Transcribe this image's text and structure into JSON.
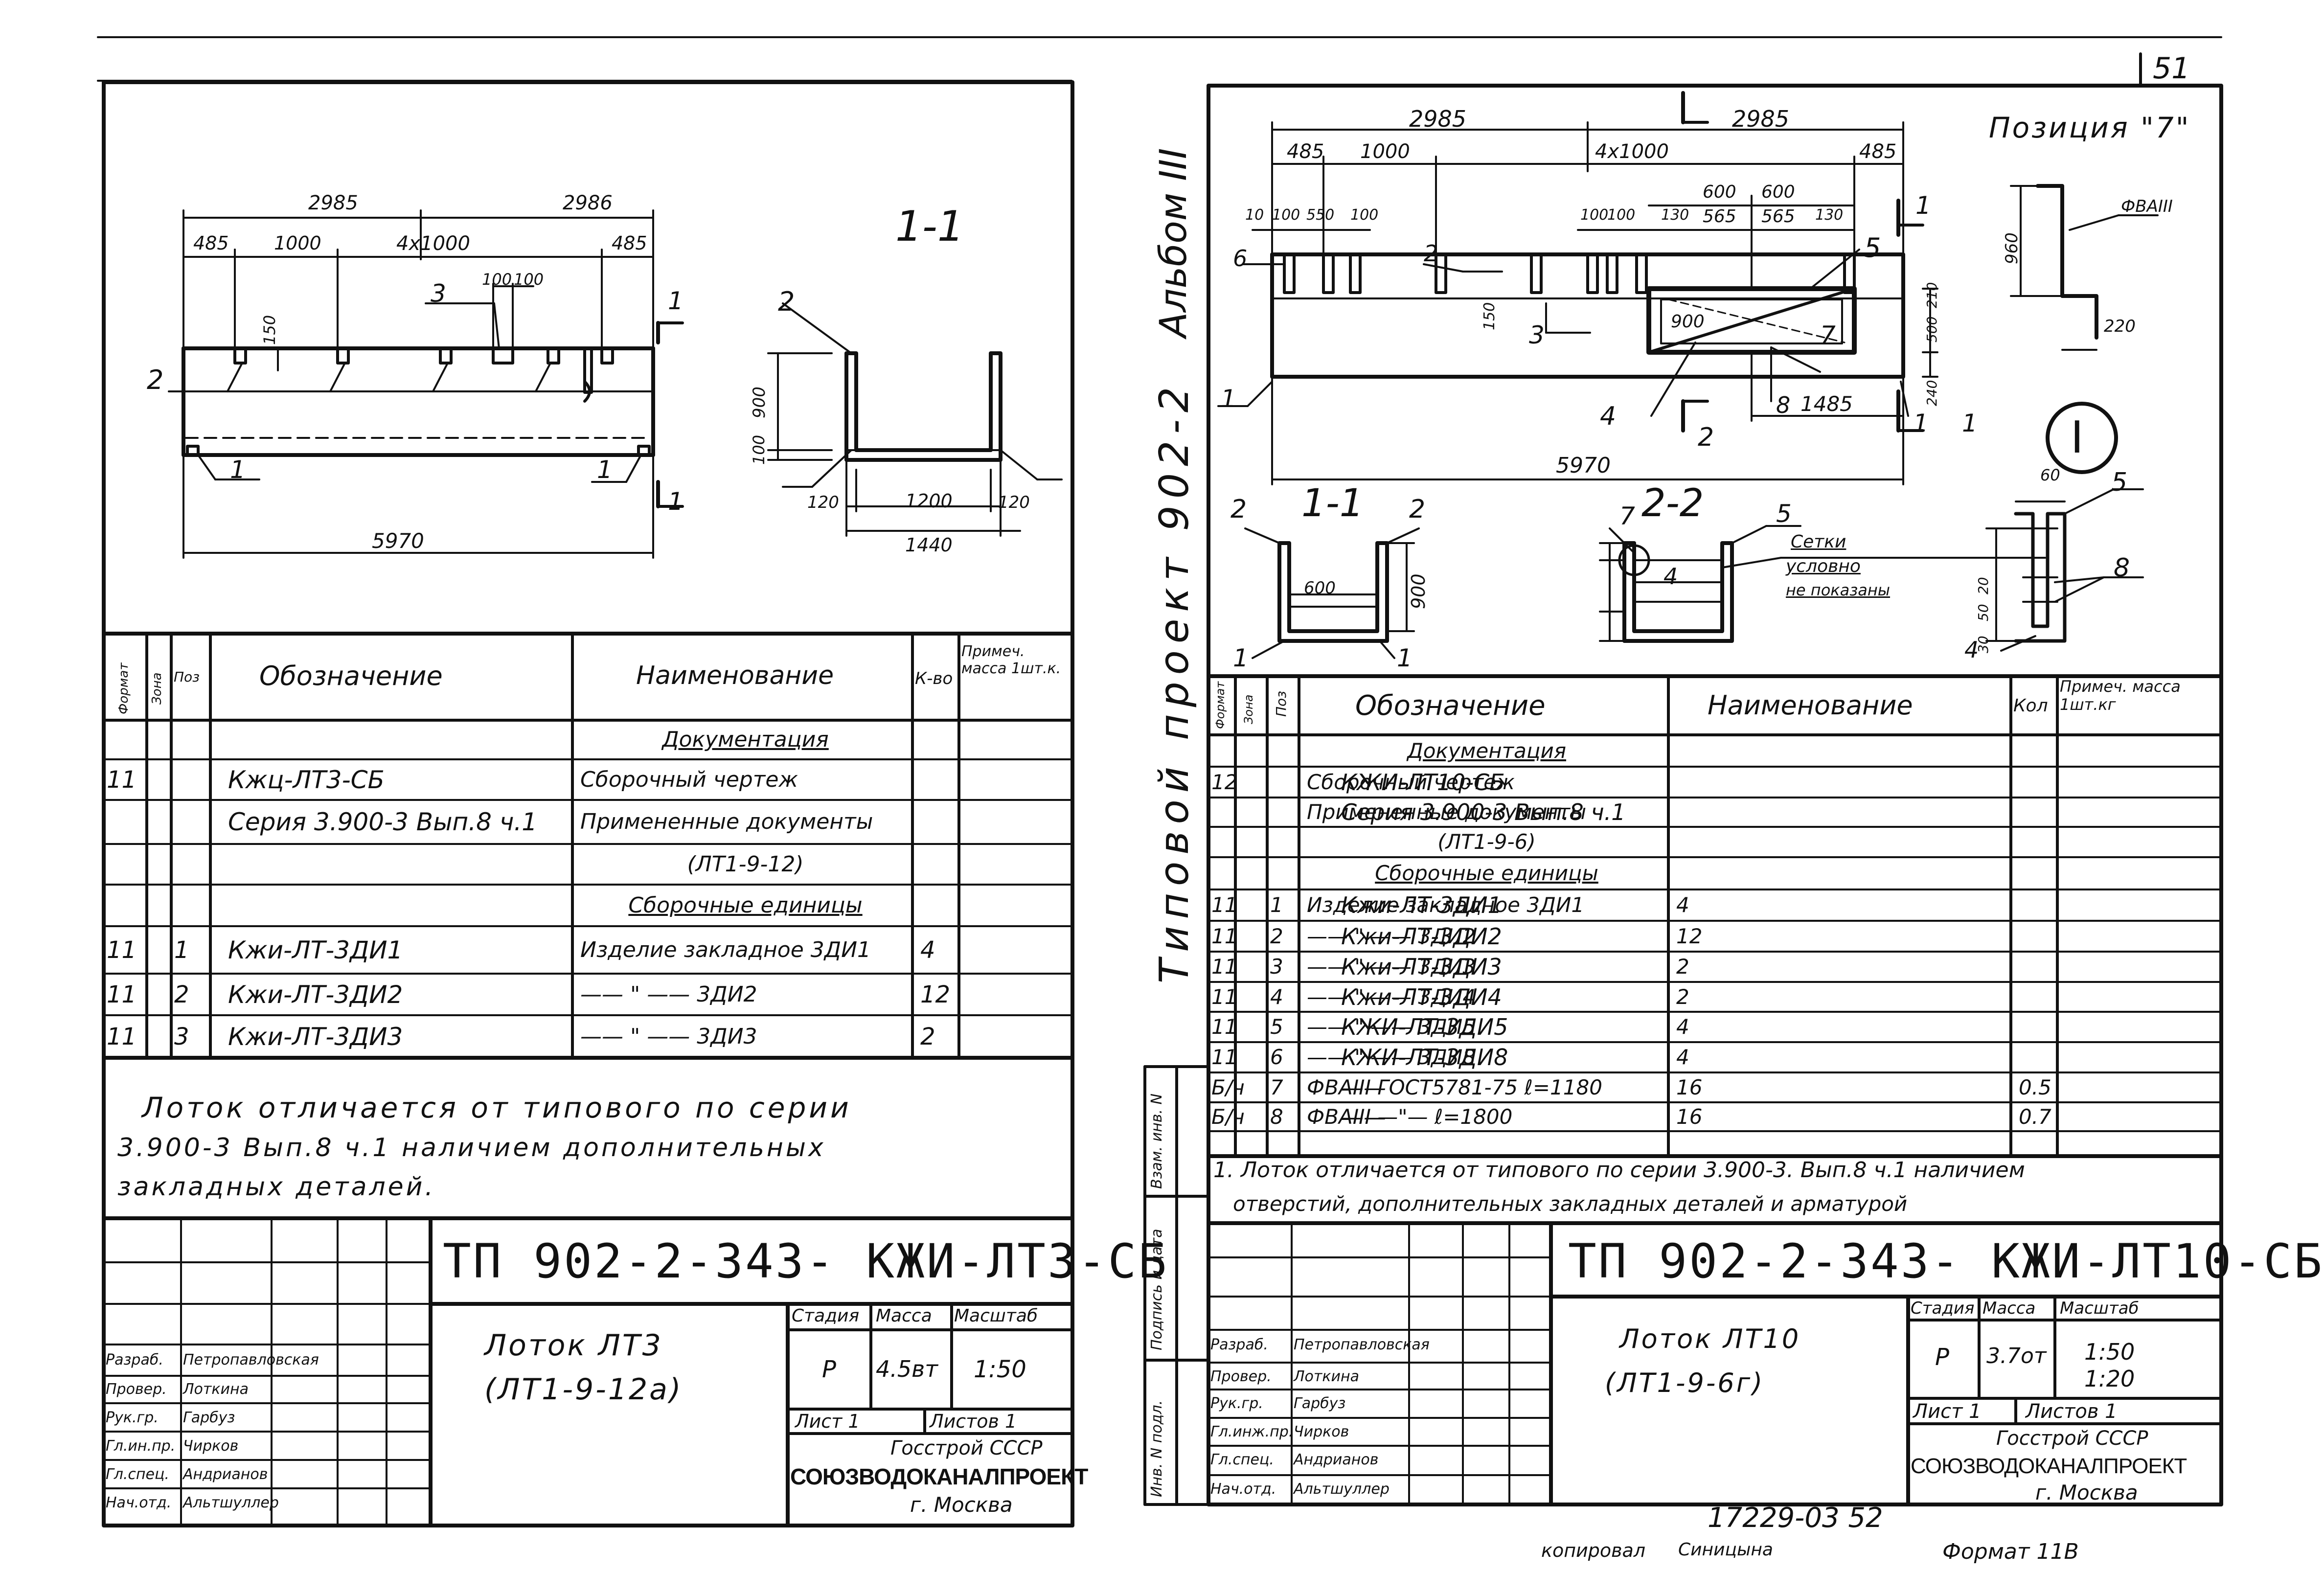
{
  "page": {
    "number": "51"
  },
  "header": {
    "album": "Альбом III",
    "project": "Типовой проект 902-2"
  },
  "stamps": {
    "bottom_number": "17229-03 52",
    "copied": "копировал",
    "copier": "Синицына",
    "format": "Формат 11В"
  },
  "left_sheet": {
    "section_label": "1-1",
    "dims": {
      "d2985": "2985",
      "d2986": "2986",
      "d485a": "485",
      "d1000": "1000",
      "d4x1000": "4x1000",
      "d485b": "485",
      "d100a": "100",
      "d100b": "100",
      "d150": "150",
      "d5970": "5970",
      "d900": "900",
      "d100": "100",
      "d120a": "120",
      "d1200": "1200",
      "d120b": "120",
      "d1440": "1440"
    },
    "callouts": {
      "c1a": "1",
      "c1b": "1",
      "c2a": "2",
      "c2b": "2",
      "c3": "3",
      "c1c": "1",
      "c1d": "1"
    },
    "table": {
      "headers": {
        "format": "Формат",
        "zone": "Зона",
        "pos": "Поз",
        "designation": "Обозначение",
        "name": "Наименование",
        "qty": "К-во",
        "note": "Примеч. масса 1шт.к."
      },
      "rows": [
        {
          "format": "",
          "pos": "",
          "designation": "",
          "name": "Документация",
          "qty": "",
          "note": ""
        },
        {
          "format": "11",
          "pos": "",
          "designation": "Кжц-ЛТ3-СБ",
          "name": "Сборочный чертеж",
          "qty": "",
          "note": ""
        },
        {
          "format": "",
          "pos": "",
          "designation": "Серия 3.900-3 Вып.8 ч.1",
          "name": "Примененные документы",
          "qty": "",
          "note": ""
        },
        {
          "format": "",
          "pos": "",
          "designation": "",
          "name": "(ЛТ1-9-12)",
          "qty": "",
          "note": ""
        },
        {
          "format": "",
          "pos": "",
          "designation": "",
          "name": "Сборочные единицы",
          "qty": "",
          "note": ""
        },
        {
          "format": "11",
          "pos": "1",
          "designation": "Кжи-ЛТ-3ДИ1",
          "name": "Изделие закладное 3ДИ1",
          "qty": "4",
          "note": ""
        },
        {
          "format": "11",
          "pos": "2",
          "designation": "Кжи-ЛТ-3ДИ2",
          "name": "—— \" —— 3ДИ2",
          "qty": "12",
          "note": ""
        },
        {
          "format": "11",
          "pos": "3",
          "designation": "Кжи-ЛТ-3ДИ3",
          "name": "—— \" —— 3ДИ3",
          "qty": "2",
          "note": ""
        }
      ]
    },
    "note_lines": [
      "Лоток отличается от типового по серии",
      "3.900-3 Вып.8 ч.1 наличием дополнительных",
      "закладных деталей."
    ],
    "title_block": {
      "code": "ТП 902-2-343- КЖИ-ЛТ3-СБ",
      "item_name": "Лоток ЛТ3",
      "item_sub": "(ЛТ1-9-12а)",
      "stage_label": "Стадия",
      "mass_label": "Масса",
      "scale_label": "Масштаб",
      "stage": "Р",
      "mass": "4.5вт",
      "scale": "1:50",
      "sheet_label": "Лист 1",
      "sheets_label": "Листов 1",
      "org1": "Госстрой СССР",
      "org2": "СОЮЗВОДОКАНАЛПРОЕКТ",
      "org3": "г. Москва",
      "roles": [
        "Разраб.",
        "Провер.",
        "Рук.гр.",
        "Гл.ин.пр.",
        "Гл.спец.",
        "Нач.отд."
      ],
      "names": [
        "Петропавловская",
        "Лоткина",
        "Гарбуз",
        "Чирков",
        "Андрианов",
        "Альтшуллер"
      ]
    }
  },
  "right_sheet": {
    "position_label": "Позиция \"7\"",
    "sections": {
      "s11": "1-1",
      "s22": "2-2",
      "node": "I"
    },
    "dims": {
      "d2985a": "2985",
      "d2985b": "2985",
      "d485a": "485",
      "d1000": "1000",
      "d4x1000": "4x1000",
      "d485b": "485",
      "d10": "10",
      "d100a": "100",
      "d550": "550",
      "d100b": "100",
      "d100c": "100",
      "d100d": "100",
      "d130a": "130",
      "d565a": "565",
      "d565b": "565",
      "d130b": "130",
      "d600a": "600",
      "d600b": "600",
      "d150": "150",
      "d900": "900",
      "d1485": "1485",
      "d5970": "5970",
      "d600": "600",
      "d900v": "900",
      "d960": "960",
      "d220": "220",
      "d60": "60",
      "d240": "240",
      "d500": "500",
      "d210": "210",
      "d30": "30",
      "d50": "50",
      "d20": "20",
      "phi": "ФВАIII"
    },
    "callouts": {
      "c1a": "1",
      "c1b": "1",
      "c1c": "1",
      "c2a": "2",
      "c2b": "2",
      "c3": "3",
      "c4": "4",
      "c5a": "5",
      "c5b": "5",
      "c6": "6",
      "c7a": "7",
      "c7b": "7",
      "c8a": "8",
      "c8b": "8",
      "c4b": "4",
      "c4c": "4",
      "c1d": "1",
      "c1e": "1",
      "c2c": "2"
    },
    "mesh_note": [
      "Сетки",
      "условно",
      "не показаны"
    ],
    "table": {
      "headers": {
        "format": "Формат",
        "zone": "Зона",
        "pos": "Поз",
        "designation": "Обозначение",
        "name": "Наименование",
        "qty": "Кол",
        "note": "Примеч. масса 1шт.кг"
      },
      "rows": [
        {
          "format": "",
          "pos": "",
          "designation": "",
          "name": "Документация",
          "qty": "",
          "note": ""
        },
        {
          "format": "12",
          "pos": "",
          "designation": "КЖИ-ЛТ10-СБ",
          "name": "Сборочный чертеж",
          "qty": "",
          "note": ""
        },
        {
          "format": "",
          "pos": "",
          "designation": "Серия 3.900-3 Вып.8 ч.1",
          "name": "Примененные документы",
          "qty": "",
          "note": ""
        },
        {
          "format": "",
          "pos": "",
          "designation": "",
          "name": "(ЛТ1-9-6)",
          "qty": "",
          "note": ""
        },
        {
          "format": "",
          "pos": "",
          "designation": "",
          "name": "Сборочные единицы",
          "qty": "",
          "note": ""
        },
        {
          "format": "11",
          "pos": "1",
          "designation": "Кжи-ЛТ-3ДИ1",
          "name": "Изделие закладное 3ДИ1",
          "qty": "4",
          "note": ""
        },
        {
          "format": "11",
          "pos": "2",
          "designation": "Кжи-ЛТ-3ДИ2",
          "name": "—— \" —— 3ДИ2",
          "qty": "12",
          "note": ""
        },
        {
          "format": "11",
          "pos": "3",
          "designation": "Кжи-ЛТ-3ДИ3",
          "name": "—— \" —— 3ДИ3",
          "qty": "2",
          "note": ""
        },
        {
          "format": "11",
          "pos": "4",
          "designation": "Кжи-ЛТ-3ДИ4",
          "name": "—— \" —— 3ДИ4",
          "qty": "2",
          "note": ""
        },
        {
          "format": "11",
          "pos": "5",
          "designation": "КЖИ-ЛТ-3ДИ5",
          "name": "—— \" —— 3ДИ5",
          "qty": "4",
          "note": ""
        },
        {
          "format": "11",
          "pos": "6",
          "designation": "КЖИ-ЛТ-3ДИ8",
          "name": "—— \" —— 3ДИ8",
          "qty": "4",
          "note": ""
        },
        {
          "format": "Б/ч",
          "pos": "7",
          "designation": "——",
          "name": "ФВАIII ГОСТ5781-75 ℓ=1180",
          "qty": "16",
          "note": "0.5"
        },
        {
          "format": "Б/ч",
          "pos": "8",
          "designation": "——",
          "name": "ФВАIII —\"— ℓ=1800",
          "qty": "16",
          "note": "0.7"
        }
      ]
    },
    "note_lines": [
      "1. Лоток отличается от типового по серии 3.900-3. Вып.8 ч.1 наличием",
      "отверстий, дополнительных закладных деталей и арматурой"
    ],
    "side_labels": [
      "Взам. инв. N",
      "Подпись и дата",
      "Инв. N подл."
    ],
    "title_block": {
      "code": "ТП 902-2-343- КЖИ-ЛТ10-СБ",
      "item_name": "Лоток ЛТ10",
      "item_sub": "(ЛТ1-9-6г)",
      "stage_label": "Стадия",
      "mass_label": "Масса",
      "scale_label": "Масштаб",
      "stage": "Р",
      "mass": "3.7от",
      "scale": "1:50",
      "scale2": "1:20",
      "sheet_label": "Лист 1",
      "sheets_label": "Листов 1",
      "org1": "Госстрой СССР",
      "org2": "СОЮЗВОДОКАНАЛПРОЕКТ",
      "org3": "г. Москва",
      "roles": [
        "Разраб.",
        "Провер.",
        "Рук.гр.",
        "Гл.инж.пр.",
        "Гл.спец.",
        "Нач.отд."
      ],
      "names": [
        "Петропавловская",
        "Лоткина",
        "Гарбуз",
        "Чирков",
        "Андрианов",
        "Альтшуллер"
      ]
    }
  },
  "colors": {
    "ink": "#111111",
    "paper": "#ffffff"
  }
}
